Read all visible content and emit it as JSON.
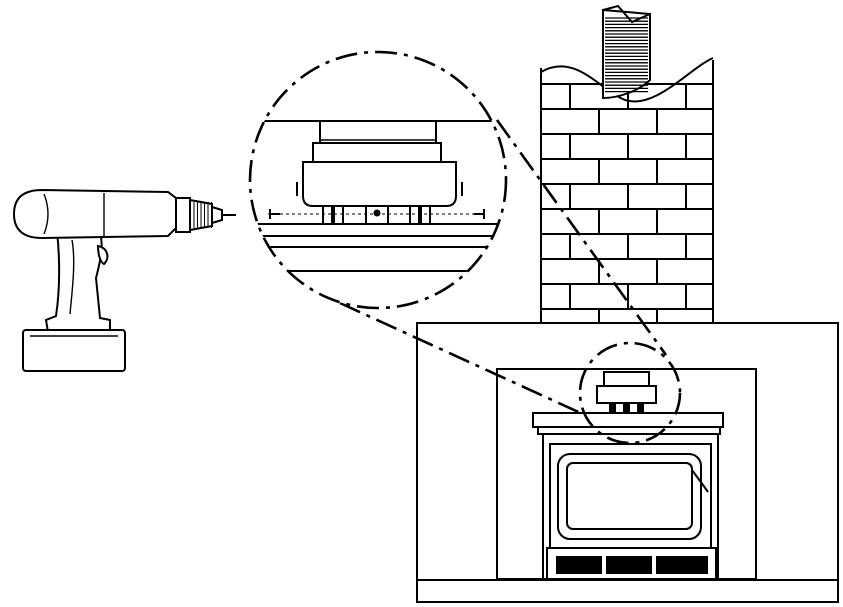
{
  "figure": {
    "has_text": false,
    "colors": {
      "line": "#000000",
      "background": "#ffffff"
    },
    "components": [
      {
        "name": "cordless-drill",
        "icon": "drill-icon"
      },
      {
        "name": "brick-chimney",
        "icon": "brick-chimney-icon"
      },
      {
        "name": "fireplace-surround",
        "icon": "fireplace-icon"
      },
      {
        "name": "wood-stove",
        "icon": "stove-icon"
      },
      {
        "name": "flue-collar-detail",
        "icon": "magnifier-detail-icon"
      }
    ]
  }
}
